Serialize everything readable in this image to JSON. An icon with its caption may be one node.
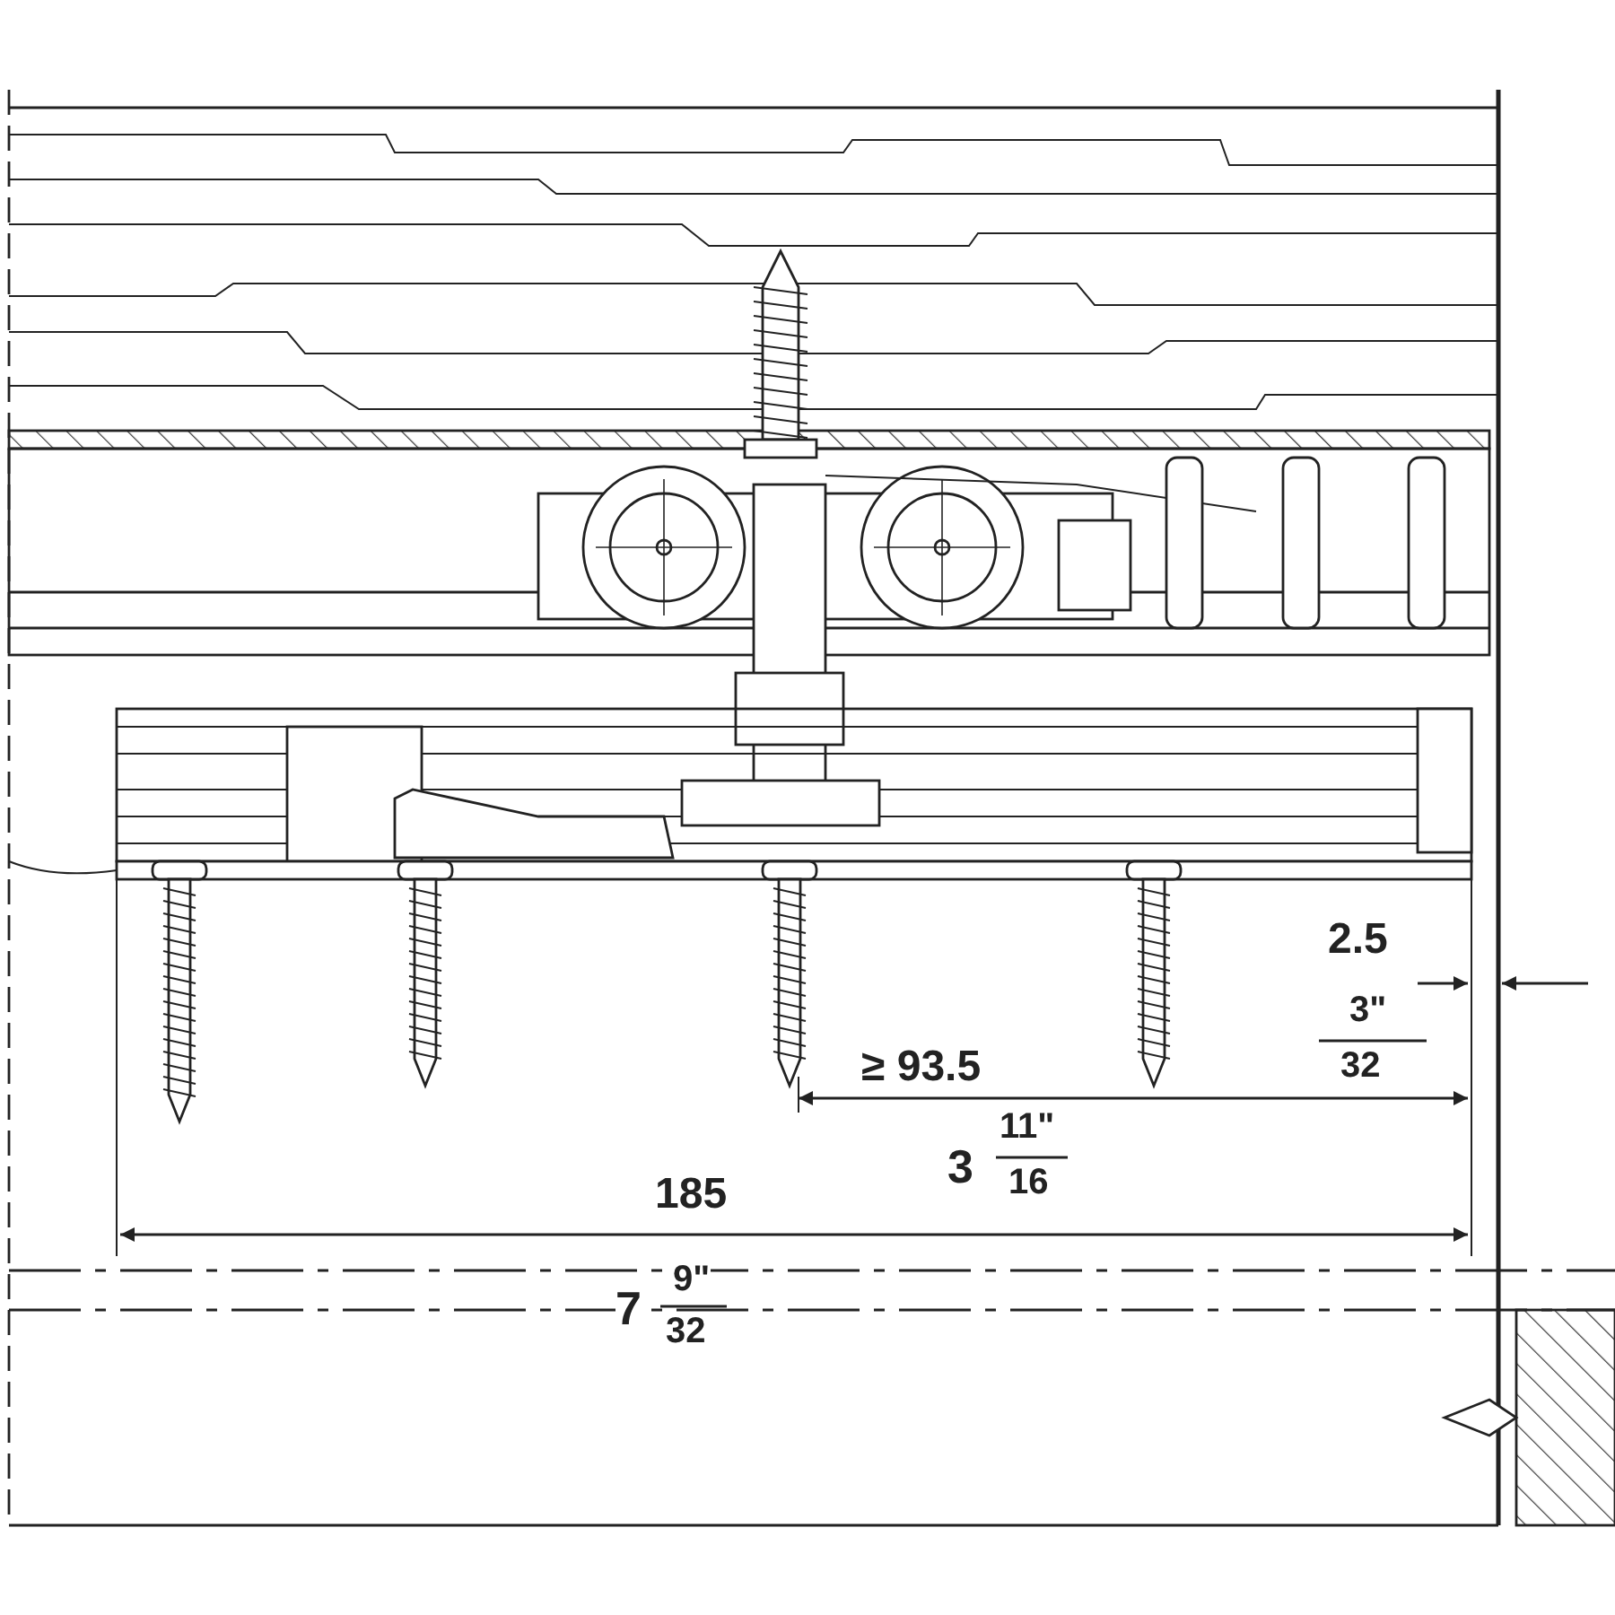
{
  "diagram": {
    "labels": [
      "2.5",
      "3\"",
      "32",
      "≥ 93.5",
      "3",
      "11\"",
      "16",
      "185",
      "7",
      "9\"",
      "32"
    ]
  }
}
